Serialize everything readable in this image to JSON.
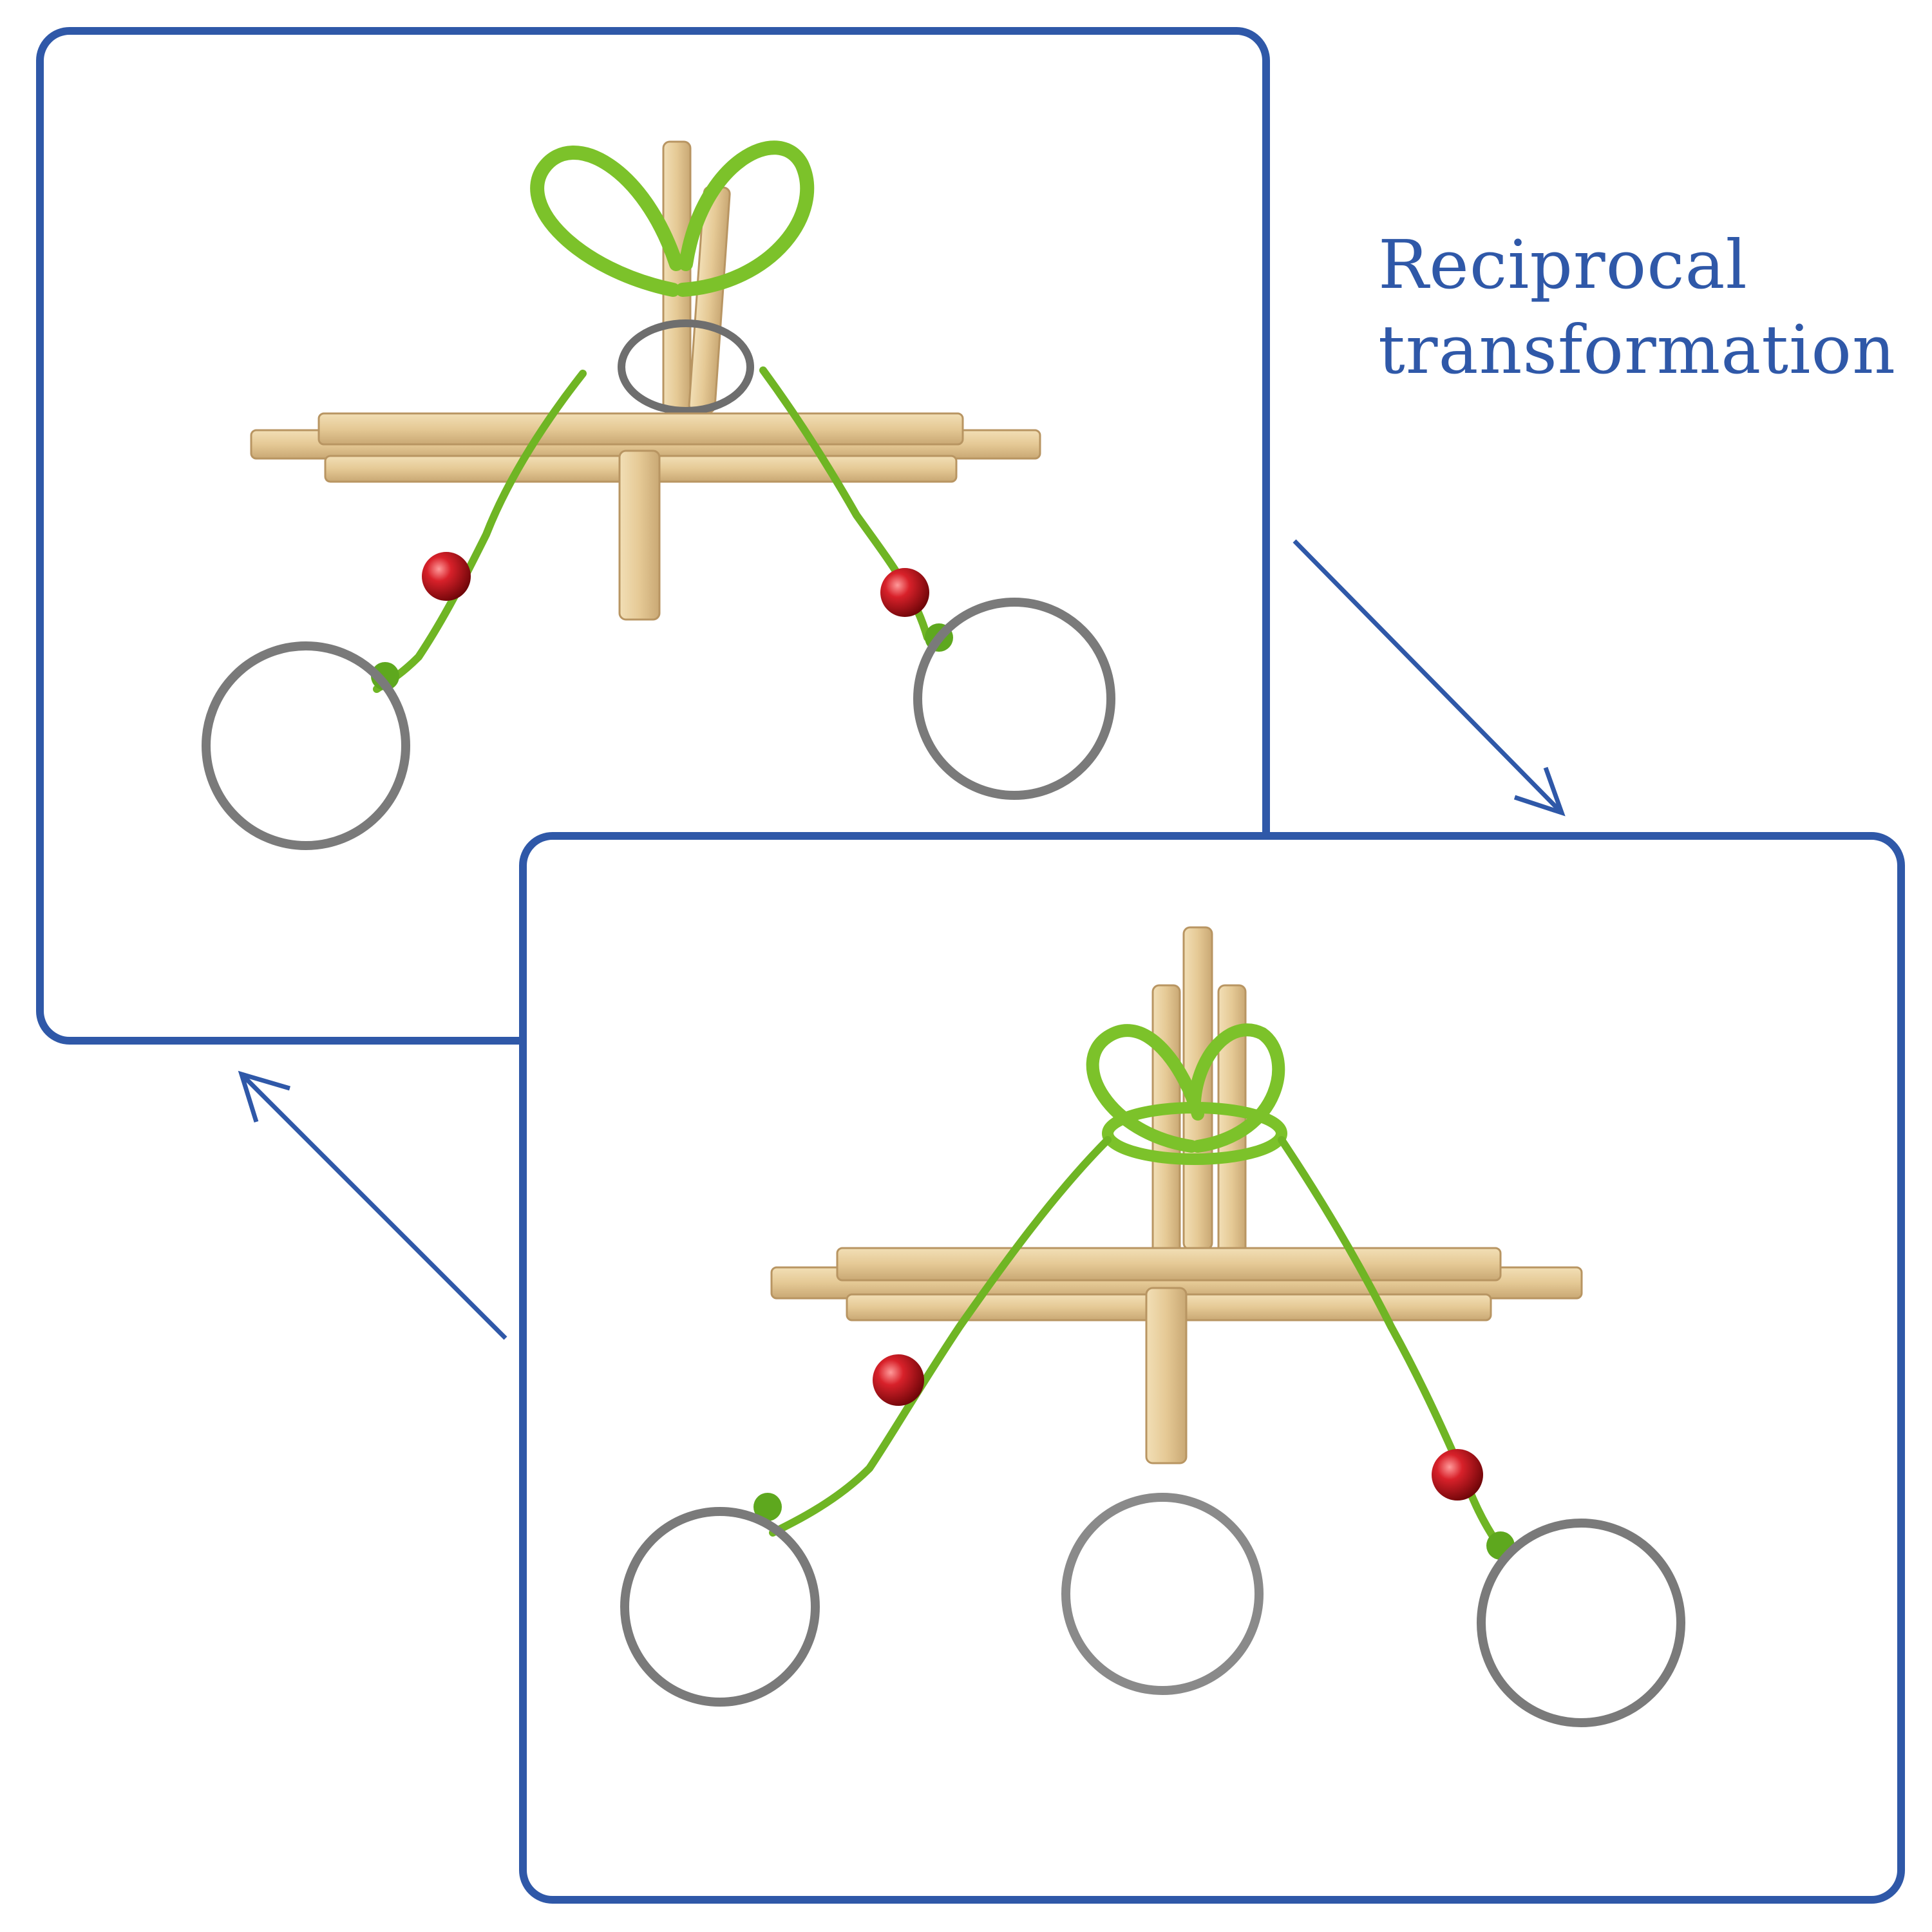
{
  "caption": {
    "line1": "Reciprocal",
    "line2": "transformation"
  },
  "colors": {
    "frame": "#2f58a8",
    "bamboo": "#e8cfa0",
    "bamboo_shade": "#c9a874",
    "cord": "#7cc22a",
    "cord_dark": "#4f8f1a",
    "bead": "#c8141a",
    "ring": "#8a8a8a"
  },
  "panels": [
    {
      "name": "state-a",
      "description_icon": "bamboo-rope-puzzle-with-ring-on-top"
    },
    {
      "name": "state-b",
      "description_icon": "bamboo-rope-puzzle-with-ring-freed"
    }
  ]
}
